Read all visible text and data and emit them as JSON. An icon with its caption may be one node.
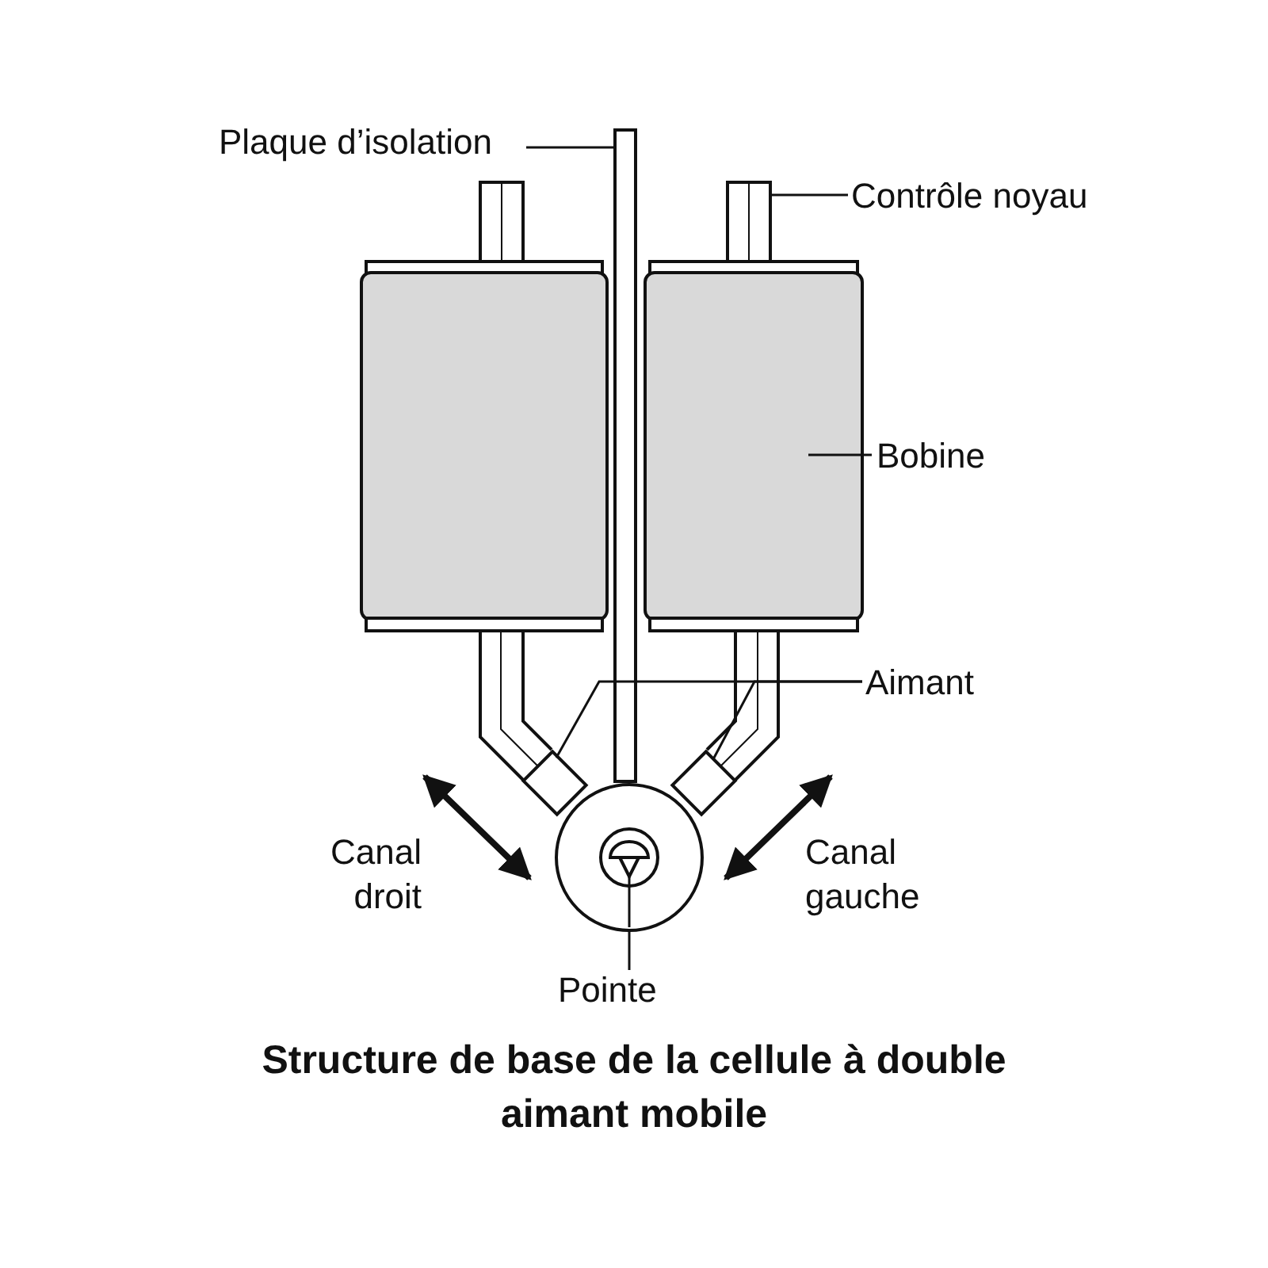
{
  "diagram": {
    "caption": "Structure de base de la cellule à double aimant mobile",
    "nodes": [
      {
        "text": [
          "Plaque d’isolation"
        ]
      },
      {
        "text": [],
        "shape": "bar"
      },
      {
        "text": [],
        "shape": "bar"
      },
      {
        "text": [
          "Contrôle noyau"
        ]
      },
      {
        "text": [],
        "shape": "bar"
      },
      {
        "text": [],
        "shape": "box"
      },
      {
        "text": [
          "Bobine"
        ]
      },
      {
        "text": [],
        "shape": "box"
      },
      {
        "text": [],
        "shape": "bar"
      },
      {
        "text": [],
        "shape": "bar"
      },
      {
        "text": [
          "Aimant"
        ]
      },
      {
        "text": [],
        "shape": "box"
      },
      {
        "text": [],
        "shape": "box"
      },
      {
        "text": [
          "Pointe"
        ]
      },
      {
        "text": [],
        "shape": "circle"
      }
    ],
    "edges": [
      {
        "from": 0,
        "to": 1,
        "arrow": "none"
      },
      {
        "from": 3,
        "to": 4,
        "arrow": "none"
      },
      {
        "from": 6,
        "to": 7,
        "arrow": "none"
      },
      {
        "from": 10,
        "to": 11,
        "arrow": "none"
      },
      {
        "from": 10,
        "to": 12,
        "arrow": "none"
      },
      {
        "from": 13,
        "to": 14,
        "arrow": "none"
      }
    ],
    "labels": [
      "Canal droit",
      "Canal gauche"
    ]
  }
}
